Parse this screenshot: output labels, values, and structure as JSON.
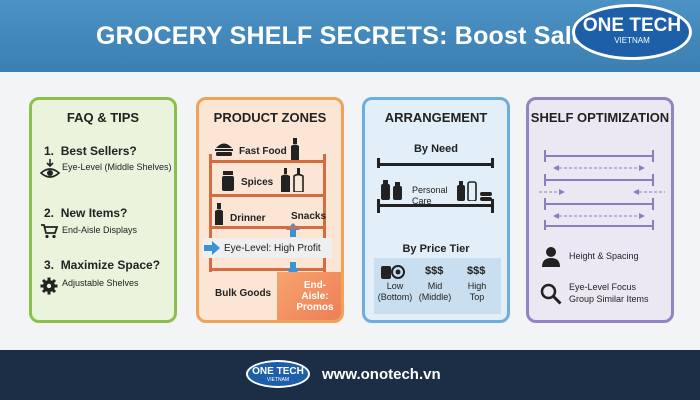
{
  "header": {
    "title": "GROCERY SHELF SECRETS: Boost Sales",
    "logo_main": "ONE TECH",
    "logo_sub": "VIETNAM"
  },
  "faq": {
    "title": "FAQ & TIPS",
    "items": [
      {
        "num": "1.",
        "q": "Best Sellers?",
        "a": "Eye-Level (Middle Shelves)",
        "icon": "eye-icon"
      },
      {
        "num": "2.",
        "q": "New Items?",
        "a": "End-Aisle Displays",
        "icon": "cart-icon"
      },
      {
        "num": "3.",
        "q": "Maximize Space?",
        "a": "Adjustable Shelves",
        "icon": "gear-icon"
      }
    ]
  },
  "zones": {
    "title": "PRODUCT ZONES",
    "fast_food": "Fast Food",
    "spices": "Spices",
    "drinner": "Drinner",
    "snacks": "Snacks",
    "eye_level": "Eye-Level: High Profit",
    "bulk": "Bulk Goods",
    "end_aisle": "End-Aisle:",
    "promos": "Promos"
  },
  "arrangement": {
    "title": "ARRANGEMENT",
    "by_need": "By Need",
    "personal": "Personal",
    "care": "Care",
    "by_price": "By Price Tier",
    "tiers": [
      {
        "sym": "",
        "l1": "Low",
        "l2": "(Bottom)"
      },
      {
        "sym": "$$$",
        "l1": "Mid",
        "l2": "(Middle)"
      },
      {
        "sym": "$$$",
        "l1": "High",
        "l2": "Top"
      }
    ]
  },
  "optimization": {
    "title": "SHELF OPTIMIZATION",
    "height_spacing": "Height & Spacing",
    "eye_focus": "Eye-Level Focus",
    "group": "Group Similar Items"
  },
  "footer": {
    "url": "www.onotech.vn",
    "logo_main": "ONE TECH",
    "logo_sub": "VIETNAM"
  },
  "colors": {
    "header": "#3f86bb",
    "faq": "#8cc04c",
    "zones": "#f0a258",
    "arrangement": "#6eaedf",
    "optimization": "#9284c2",
    "footer": "#1c2e45"
  }
}
